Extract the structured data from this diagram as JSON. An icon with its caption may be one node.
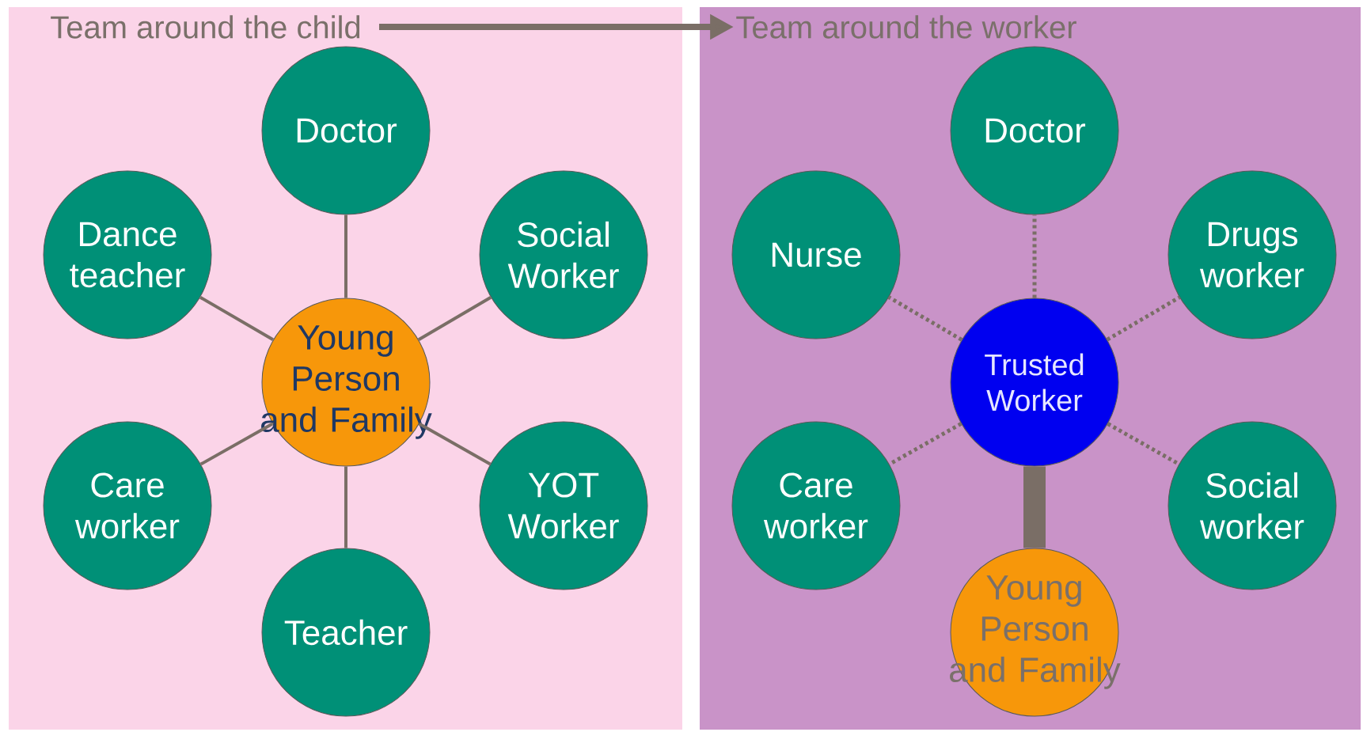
{
  "diagram": {
    "nodes": [
      {
        "text": [
          "Team around the child"
        ]
      },
      {
        "text": [
          "Team around the worker"
        ]
      },
      {
        "text": [
          "Young Person and Family"
        ]
      },
      {
        "text": [
          "Doctor"
        ]
      },
      {
        "text": [
          "Dance teacher"
        ]
      },
      {
        "text": [
          "Social Worker"
        ]
      },
      {
        "text": [
          "Care worker"
        ]
      },
      {
        "text": [
          "YOT Worker"
        ]
      },
      {
        "text": [
          "Teacher"
        ]
      },
      {
        "text": [
          "Doctor"
        ]
      },
      {
        "text": [
          "Nurse"
        ]
      },
      {
        "text": [
          "Drugs worker"
        ]
      },
      {
        "text": [
          "Trusted Worker"
        ]
      },
      {
        "text": [
          "Care worker"
        ]
      },
      {
        "text": [
          "Social worker"
        ]
      },
      {
        "text": [
          "Young Person and Family"
        ]
      }
    ],
    "edges": [
      {
        "from": 0,
        "to": 1,
        "arrow": "to"
      },
      {
        "from": 2,
        "to": 3,
        "arrow": "none"
      },
      {
        "from": 2,
        "to": 4,
        "arrow": "none"
      },
      {
        "from": 2,
        "to": 5,
        "arrow": "none"
      },
      {
        "from": 2,
        "to": 6,
        "arrow": "none"
      },
      {
        "from": 2,
        "to": 7,
        "arrow": "none"
      },
      {
        "from": 2,
        "to": 8,
        "arrow": "none"
      },
      {
        "from": 12,
        "to": 9,
        "arrow": "none",
        "style": "dashed"
      },
      {
        "from": 12,
        "to": 10,
        "arrow": "none",
        "style": "dashed"
      },
      {
        "from": 12,
        "to": 11,
        "arrow": "none",
        "style": "dashed"
      },
      {
        "from": 12,
        "to": 13,
        "arrow": "none",
        "style": "dashed"
      },
      {
        "from": 12,
        "to": 14,
        "arrow": "none",
        "style": "dashed"
      },
      {
        "from": 12,
        "to": 15,
        "arrow": "none",
        "style": "thick"
      }
    ]
  }
}
